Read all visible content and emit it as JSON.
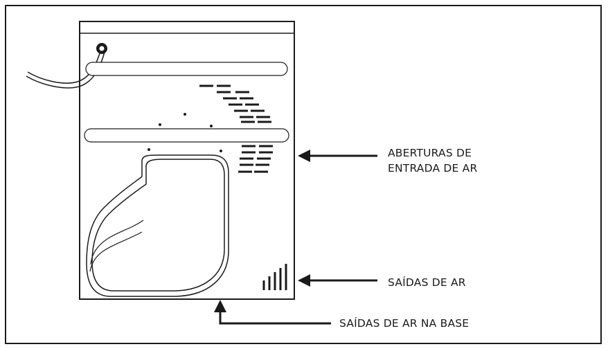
{
  "labels": {
    "inlet_line1": "ABERTURAS DE",
    "inlet_line2": "ENTRADA DE AR",
    "outlet": "SAÍDAS DE AR",
    "base_outlet": "SAÍDAS DE AR NA BASE"
  },
  "colors": {
    "ink": "#1a1a1a",
    "background": "#ffffff"
  }
}
